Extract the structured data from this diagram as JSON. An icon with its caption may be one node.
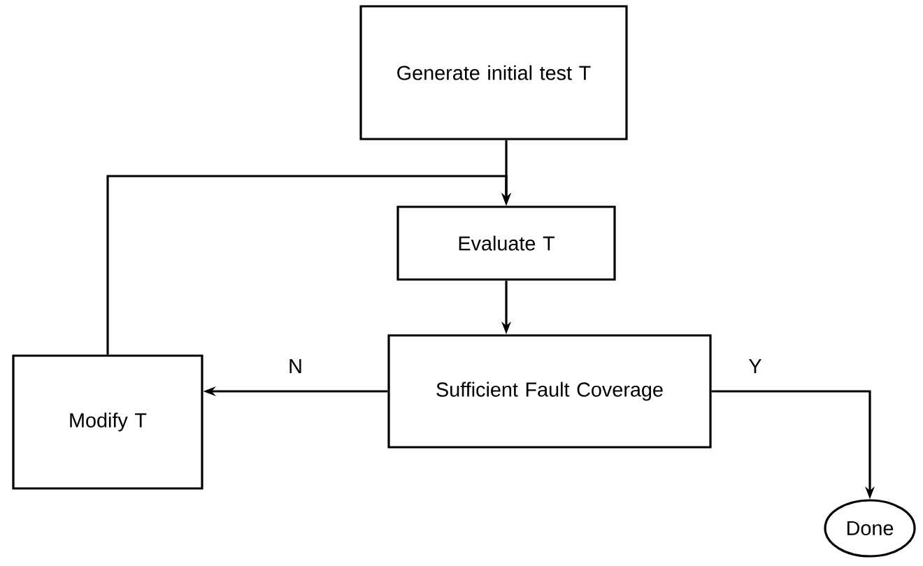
{
  "diagram": {
    "nodes": [
      {
        "text": [
          "Generate initial test T"
        ]
      },
      {
        "text": [
          "Evaluate T"
        ]
      },
      {
        "text": [
          "Sufficient Fault Coverage"
        ]
      },
      {
        "text": [
          "Modify T"
        ]
      },
      {
        "text": [
          "Done"
        ]
      }
    ],
    "edges": [
      {
        "from": 0,
        "to": 1,
        "arrow": "to"
      },
      {
        "from": 1,
        "to": 2,
        "arrow": "to"
      },
      {
        "from": 2,
        "to": 3,
        "arrow": "to",
        "label": "N"
      },
      {
        "from": 2,
        "to": 4,
        "arrow": "to",
        "label": "Y"
      },
      {
        "from": 3,
        "to": 1,
        "arrow": "to"
      }
    ]
  }
}
